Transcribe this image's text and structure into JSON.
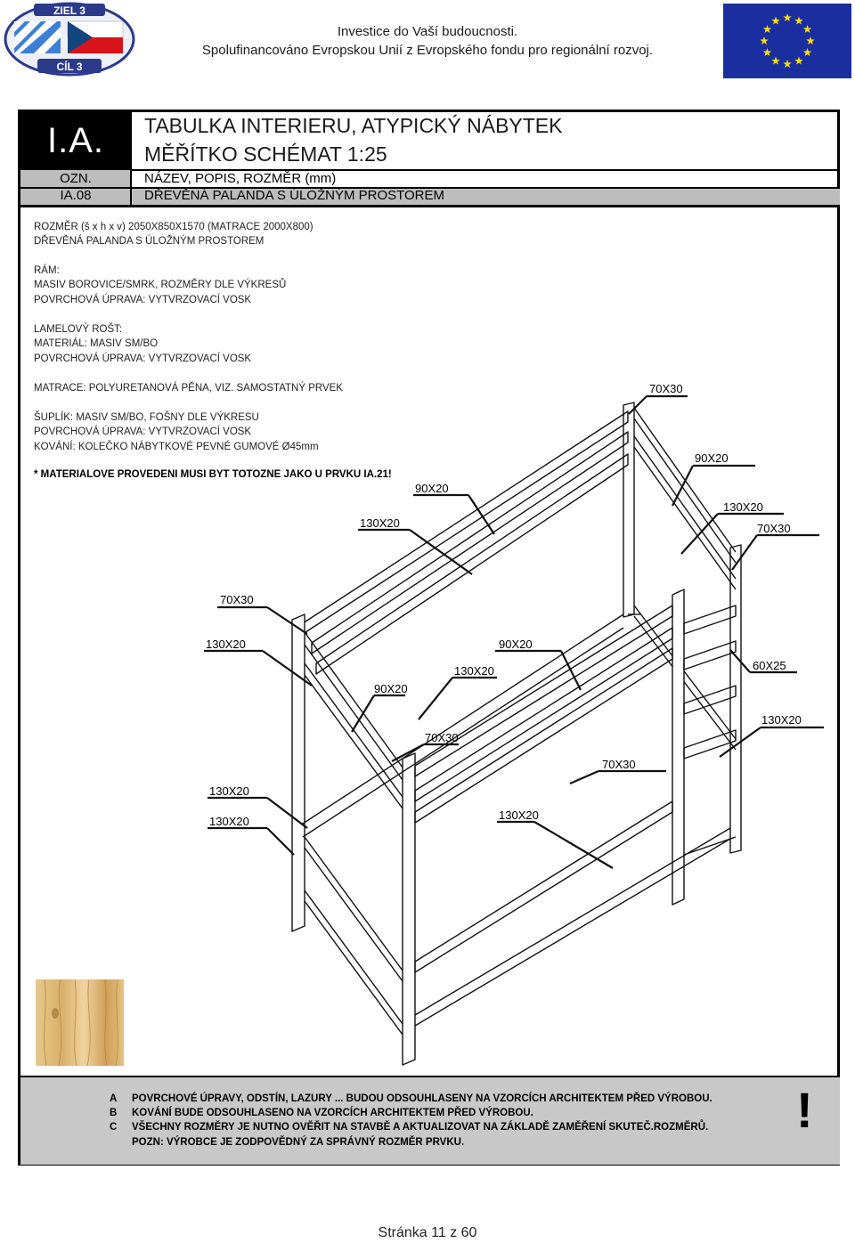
{
  "header": {
    "logo_left_text": "ZIEL 3 CÍL 3",
    "line1": "Investice do Vaší budoucnosti.",
    "line2": "Spolufinancováno Evropskou Unií z Evropského fondu pro regionální rozvoj."
  },
  "sheet": {
    "code_big": "I.A.",
    "title_line1": "TABULKA INTERIERU, ATYPICKÝ NÁBYTEK",
    "title_line2": "MĚŘÍTKO SCHÉMAT 1:25",
    "ozn_label": "OZN.",
    "sub_label": "NÁZEV, POPIS, ROZMĚR (mm)",
    "code_small": "IA.08",
    "item_name": "DŘEVĚNÁ PALANDA S ÚLOŽNÝM PROSTOREM"
  },
  "specs": [
    "ROZMĚR (š x h x v) 2050X850X1570 (MATRACE 2000X800)",
    "DŘEVĚNÁ PALANDA S ÚLOŽNÝM PROSTOREM",
    "RÁM:",
    "MASIV BOROVICE/SMRK, ROZMĚRY DLE VÝKRESŮ",
    "POVRCHOVÁ ÚPRAVA: VYTVRZOVACÍ VOSK",
    "LAMELOVÝ ROŠT:",
    "MATERIÁL: MASIV SM/BO",
    "POVRCHOVÁ ÚPRAVA: VYTVRZOVACÍ  VOSK",
    "MATRACE: POLYURETANOVÁ PĚNA, VIZ. SAMOSTATNÝ PRVEK",
    "ŠUPLÍK: MASIV SM/BO, FOŠNY DLE VÝKRESU",
    "POVRCHOVÁ ÚPRAVA: VYTVRZOVACÍ VOSK",
    "KOVÁNÍ: KOLEČKO NÁBYTKOVÉ PEVNÉ GUMOVÉ Ø45mm",
    "* MATERIALOVE PROVEDENI MUSI BYT TOTOZNE JAKO U PRVKU IA.21!"
  ],
  "dimensions": [
    "70X30",
    "90X20",
    "90X20",
    "130X20",
    "130X20",
    "70X30",
    "70X30",
    "130X20",
    "90X20",
    "130X20",
    "60X25",
    "90X20",
    "130X20",
    "70X30",
    "70X30",
    "130X20",
    "130X20",
    "130X20"
  ],
  "notes": {
    "a_letter": "A",
    "a_text": "POVRCHOVÉ ÚPRAVY, ODSTÍN, LAZURY ... BUDOU ODSOUHLASENY NA VZORCÍCH ARCHITEKTEM  PŘED VÝROBOU.",
    "b_letter": "B",
    "b_text": "KOVÁNÍ BUDE ODSOUHLASENO NA VZORCÍCH ARCHITEKTEM PŘED VÝROBOU.",
    "c_letter": "C",
    "c_text": "VŠECHNY ROZMĚRY JE NUTNO OVĚŘIT NA STAVBĚ A AKTUALIZOVAT NA ZÁKLADĚ ZAMĚŘENÍ SKUTEČ.ROZMĚRŮ.",
    "d_text": "POZN: VÝROBCE JE ZODPOVĚDNÝ ZA SPRÁVNÝ ROZMĚR PRVKU.",
    "exclamation": "!"
  },
  "footer": "Stránka 11 z 60",
  "colors": {
    "eu_blue": "#1a2ea0",
    "eu_star": "#ffdd00",
    "grey_band": "#bdbdbd",
    "notes_bg": "#c8c8c8"
  }
}
